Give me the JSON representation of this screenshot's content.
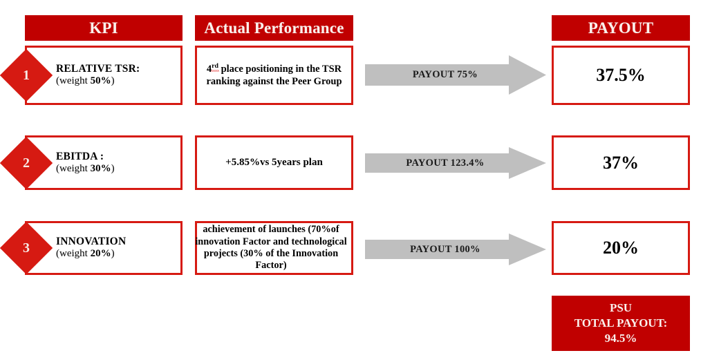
{
  "theme": {
    "header_red": "#C00000",
    "border_red": "#D61A12",
    "arrow_gray": "#BFBFBF",
    "header_text": "#FAF0EC",
    "background": "#FFFFFF"
  },
  "columns": {
    "kpi_header": "KPI",
    "performance_header": "Actual Performance",
    "payout_header": "PAYOUT"
  },
  "rows": [
    {
      "number": "1",
      "kpi_title": "RELATIVE TSR:",
      "kpi_weight_prefix": "(weight ",
      "kpi_weight_value": "50%",
      "kpi_weight_suffix": ")",
      "performance_pre": "4",
      "performance_sup": "rd",
      "performance_rest": " place positioning in the TSR ranking against the Peer Group",
      "arrow_label": "PAYOUT 75%",
      "payout_value": "37.5%"
    },
    {
      "number": "2",
      "kpi_title": "EBITDA :",
      "kpi_weight_prefix": "(weight ",
      "kpi_weight_value": "30%",
      "kpi_weight_suffix": ")",
      "performance_text": "+5.85%vs 5years plan",
      "arrow_label": "PAYOUT 123.4%",
      "payout_value": "37%"
    },
    {
      "number": "3",
      "kpi_title": "INNOVATION",
      "kpi_weight_prefix": "(weight ",
      "kpi_weight_value": "20%",
      "kpi_weight_suffix": ")",
      "performance_text": "achievement of launches (70%of innovation Factor and technological projects (30% of the Innovation Factor)",
      "arrow_label": "PAYOUT 100%",
      "payout_value": "20%"
    }
  ],
  "total": {
    "line1": "PSU",
    "line2": "TOTAL PAYOUT:",
    "line3": "94.5%"
  }
}
